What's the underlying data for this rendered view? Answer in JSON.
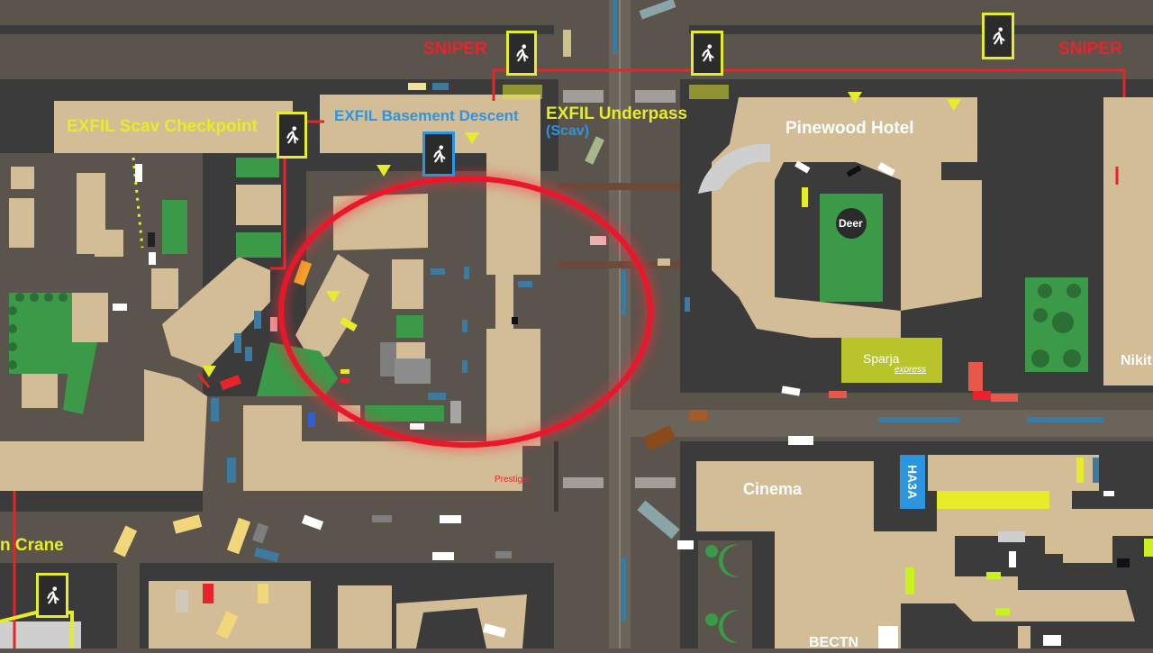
{
  "map": {
    "labels": {
      "sniper_left": "SNIPER",
      "sniper_right": "SNIPER",
      "exfil_scav_checkpoint": "EXFIL Scav Checkpoint",
      "exfil_basement_descent": "EXFIL Basement Descent",
      "exfil_underpass": "EXFIL Underpass",
      "exfil_underpass_sub": "(Scav)",
      "crane": "n Crane",
      "pinewood_hotel": "Pinewood Hotel",
      "deer": "Deer",
      "sparja": "Sparja",
      "sparja_sub": "express",
      "cinema": "Cinema",
      "nikit": "Nikit",
      "ha3a": "HA3A",
      "prestigio": "Prestigio",
      "bottom_partial": "BECTN"
    },
    "colors": {
      "ground": "#5b544c",
      "road": "#3b3b3b",
      "building": "#d2bd97",
      "grass": "#3a9a47",
      "exfil_yellow": "#e6ec2a",
      "exfil_blue": "#2c95e0",
      "sniper_red": "#e8242a",
      "highlight_ellipse": "#e8182a"
    },
    "icons": {
      "exit": "running-man-exit-icon",
      "marker": "yellow-triangle-marker-icon"
    }
  }
}
